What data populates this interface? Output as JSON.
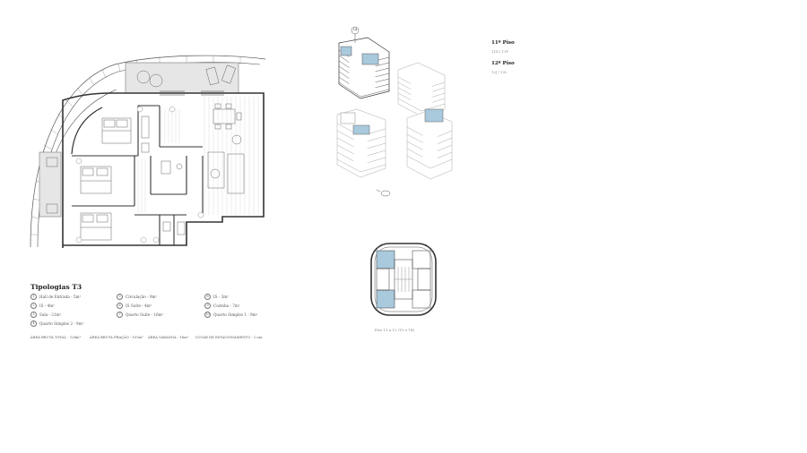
{
  "typology": {
    "title": "Tipologias T3",
    "rooms": [
      {
        "num": "1",
        "label": "Hall de Entrada - 5m²"
      },
      {
        "num": "2",
        "label": "IS - 4m²"
      },
      {
        "num": "3",
        "label": "Sala - 21m²"
      },
      {
        "num": "4",
        "label": "Quarto Simples 2 - 9m²"
      },
      {
        "num": "5",
        "label": "Circulação - 9m²"
      },
      {
        "num": "6",
        "label": "IS Suíte - 4m²"
      },
      {
        "num": "7",
        "label": "Quarto Suíte - 16m²"
      },
      {
        "num": "8",
        "label": "IS - 3m²"
      },
      {
        "num": "9",
        "label": "Cozinha - 7m²"
      },
      {
        "num": "10",
        "label": "Quarto Simples 1 - 9m²"
      }
    ],
    "areas": [
      "ÁREA BRUTA TOTAL - 124m²",
      "ÁREA BRUTA FRAÇÃO - 109m²",
      "ÁREA VARANDA - 16m²",
      "LUGAR DE ESTACIONAMENTO - 2 uni."
    ]
  },
  "floors": [
    {
      "title": "11º Piso",
      "units": "11D | 11F"
    },
    {
      "title": "12º Piso",
      "units": "12J | 12L"
    }
  ],
  "building_marker": "14",
  "keyplan_caption": "Piso 11 a 12 (T3 e T4)",
  "colors": {
    "line": "#555555",
    "highlight": "#a9c9dc",
    "balcony": "#e6e6e6"
  }
}
